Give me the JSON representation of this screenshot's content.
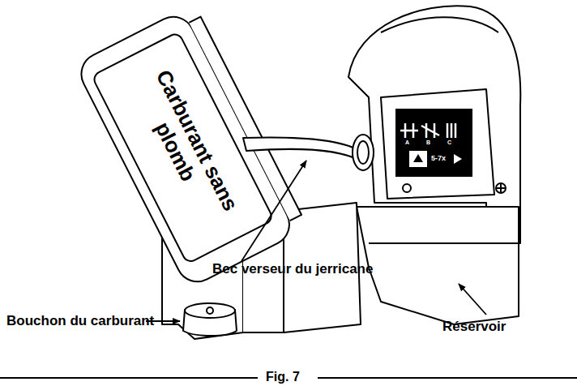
{
  "diagram": {
    "caption": "Fig. 7",
    "nodes": [
      {
        "text": [
          "Carburant sans plomb"
        ]
      },
      {
        "text": [
          "A",
          "B",
          "C",
          "5-7x"
        ]
      }
    ],
    "labels": [
      "Bec verseur du jerricane",
      "Bouchon du carburant",
      "Réservoir"
    ]
  }
}
